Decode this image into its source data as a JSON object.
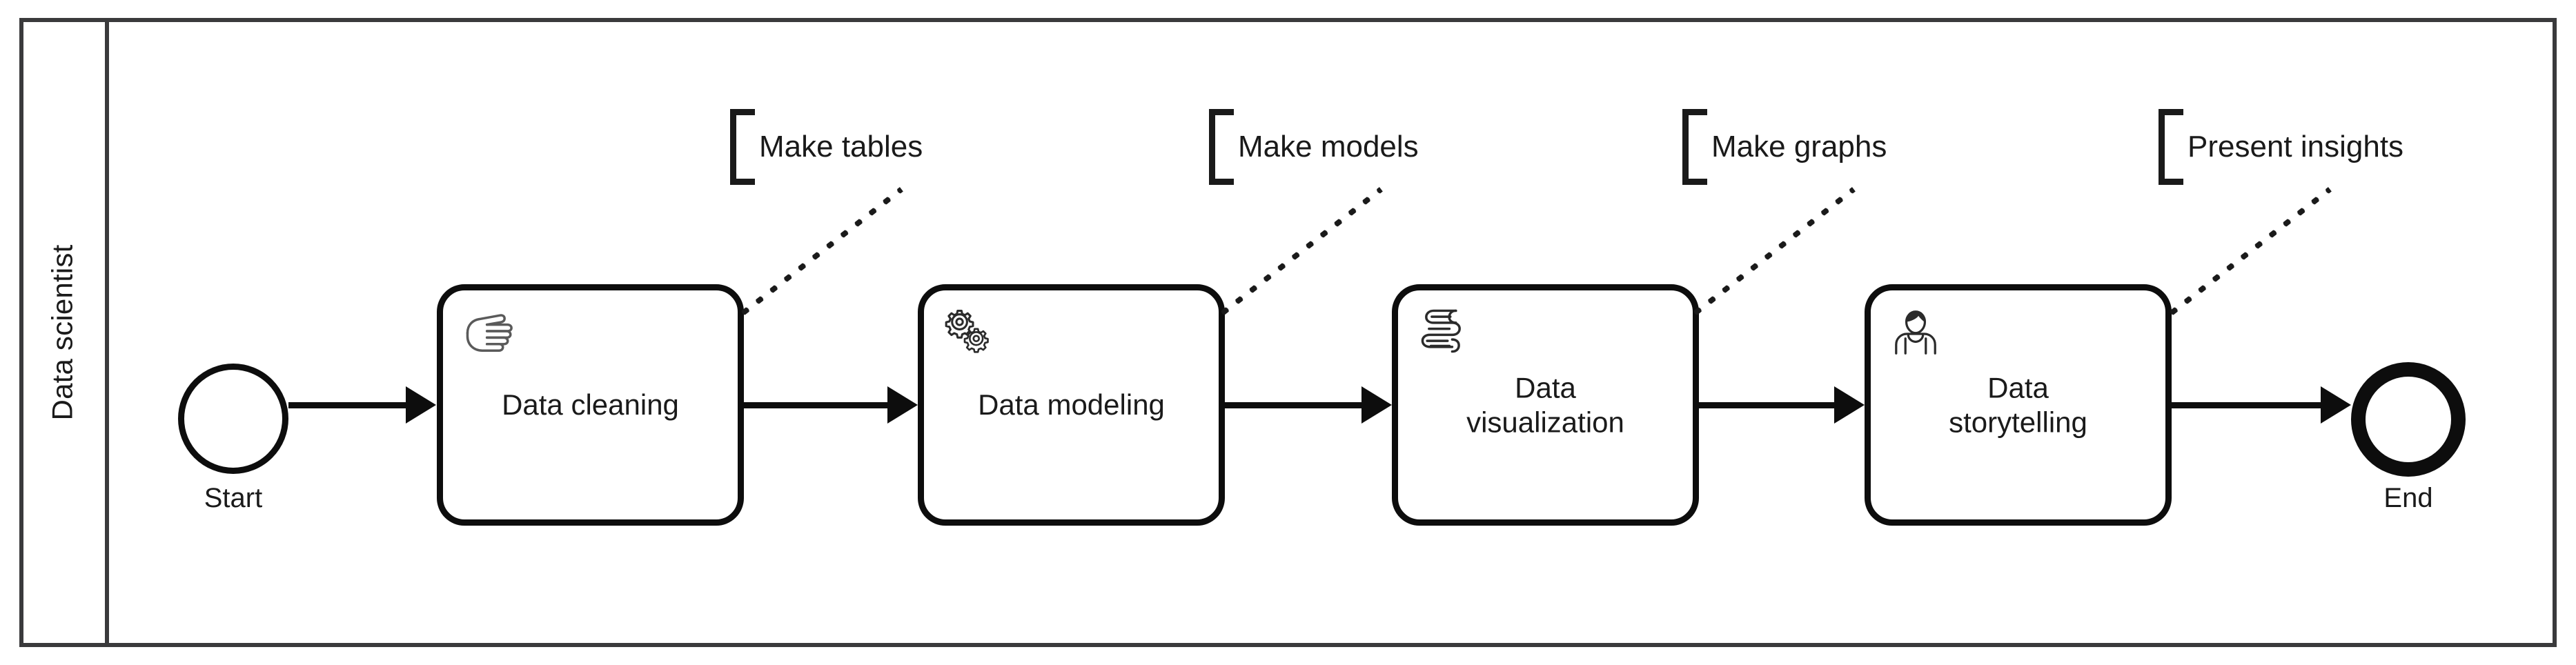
{
  "diagram": {
    "type": "bpmn-process",
    "pool": {
      "lane_label": "Data scientist"
    },
    "start_event": {
      "label": "Start",
      "icon": "start-event-circle"
    },
    "end_event": {
      "label": "End",
      "icon": "end-event-circle"
    },
    "tasks": [
      {
        "label": "Data cleaning",
        "icon": "manual-task-hand-icon",
        "icon_name": "hand-icon"
      },
      {
        "label": "Data modeling",
        "icon": "service-task-gears-icon",
        "icon_name": "gears-icon"
      },
      {
        "label": "Data\nvisualization",
        "icon": "script-task-scroll-icon",
        "icon_name": "script-icon"
      },
      {
        "label": "Data\nstorytelling",
        "icon": "user-task-person-icon",
        "icon_name": "user-icon"
      }
    ],
    "annotations": [
      {
        "text": "Make tables"
      },
      {
        "text": "Make models"
      },
      {
        "text": "Make graphs"
      },
      {
        "text": "Present insights"
      }
    ],
    "colors": {
      "stroke": "#0d0d0d",
      "pool_border": "#3a3a3c",
      "text": "#1a1a1a",
      "background": "#ffffff"
    }
  }
}
